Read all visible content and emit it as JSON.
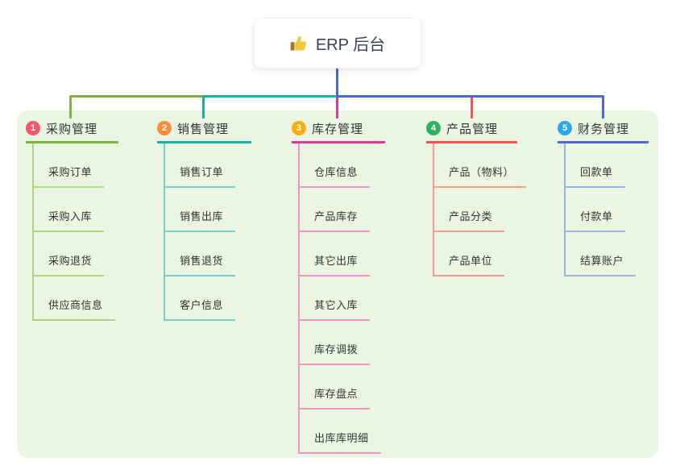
{
  "root": {
    "title": "ERP 后台",
    "icon": "thumbs-up-icon"
  },
  "panel": {
    "background": "#eaf6e2"
  },
  "connector": {
    "root_stem_color": "#4a68d9"
  },
  "text_color": "#333333",
  "branches": [
    {
      "index": "1",
      "label": "采购管理",
      "badge_color": "#f4566c",
      "line_color": "#7cb342",
      "child_line_color": "#aed581",
      "children": [
        "采购订单",
        "采购入库",
        "采购退货",
        "供应商信息"
      ]
    },
    {
      "index": "2",
      "label": "销售管理",
      "badge_color": "#fb8d3c",
      "line_color": "#17b3ab",
      "child_line_color": "#79cfc7",
      "children": [
        "销售订单",
        "销售出库",
        "销售退货",
        "客户信息"
      ]
    },
    {
      "index": "3",
      "label": "库存管理",
      "badge_color": "#fbad12",
      "line_color": "#db389e",
      "child_line_color": "#f193c7",
      "children": [
        "仓库信息",
        "产品库存",
        "其它出库",
        "其它入库",
        "库存调拨",
        "库存盘点",
        "出库库明细"
      ]
    },
    {
      "index": "4",
      "label": "产品管理",
      "badge_color": "#2db35f",
      "line_color": "#f5554a",
      "child_line_color": "#f8998f",
      "children": [
        "产品（物料）",
        "产品分类",
        "产品单位"
      ]
    },
    {
      "index": "5",
      "label": "财务管理",
      "badge_color": "#2ba7e9",
      "line_color": "#4a68d9",
      "child_line_color": "#9fb3e6",
      "children": [
        "回款单",
        "付款单",
        "结算账户"
      ]
    }
  ]
}
